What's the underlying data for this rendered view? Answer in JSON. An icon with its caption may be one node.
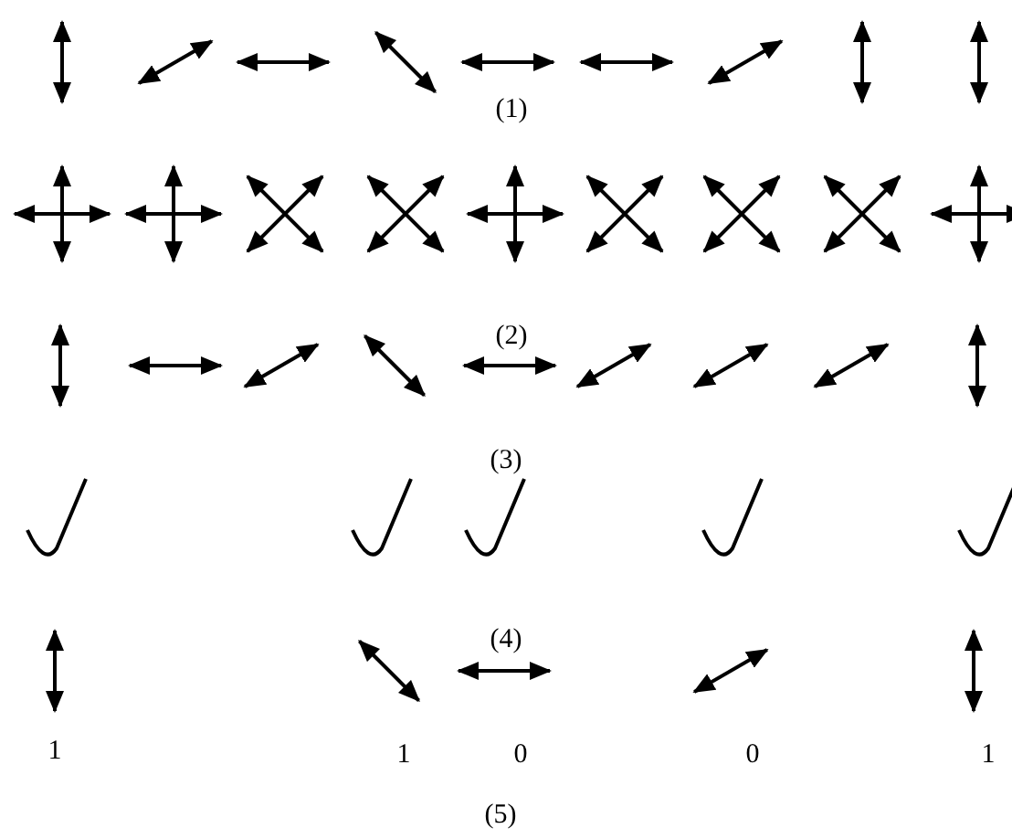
{
  "diagram": {
    "labels": [
      "(1)",
      "(2)",
      "(3)",
      "(4)",
      "1",
      "1",
      "0",
      "0",
      "1",
      "(5)"
    ]
  }
}
